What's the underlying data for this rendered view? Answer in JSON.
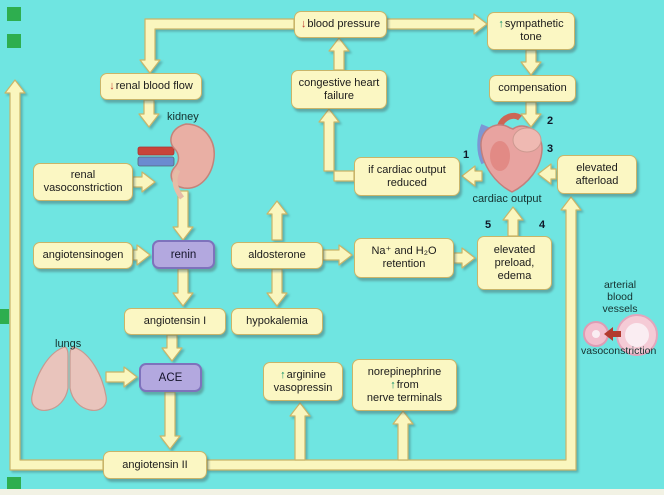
{
  "icons": {
    "up_arrow": "↑",
    "down_arrow": "↓"
  },
  "colors": {
    "background": "#6FE5E1",
    "box_yellow": "#FBF7C3",
    "box_border": "#C9B569",
    "box_purple": "#B3A8DF",
    "decrease_red": "#BE3A2B",
    "increase_green": "#0E8F66"
  },
  "boxes": {
    "blood_pressure": {
      "text": "blood pressure"
    },
    "sympathetic_tone": {
      "line1": "sympathetic",
      "line2": "tone"
    },
    "renal_blood_flow": {
      "text": "renal blood flow"
    },
    "congestive_heart_failure": {
      "line1": "congestive heart",
      "line2": "failure"
    },
    "compensation": {
      "text": "compensation"
    },
    "renal_vasoconstriction": {
      "line1": "renal",
      "line2": "vasoconstriction"
    },
    "if_cardiac_output_reduced": {
      "line1": "if cardiac output",
      "line2": "reduced"
    },
    "elevated_afterload": {
      "line1": "elevated",
      "line2": "afterload"
    },
    "angiotensinogen": {
      "text": "angiotensinogen"
    },
    "renin": {
      "text": "renin"
    },
    "aldosterone": {
      "text": "aldosterone"
    },
    "na_h2o_retention": {
      "line1": "Na⁺ and H₂O",
      "line2": "retention"
    },
    "elevated_preload_edema": {
      "line1": "elevated",
      "line2": "preload,",
      "line3": "edema"
    },
    "angiotensin_i": {
      "text": "angiotensin I"
    },
    "hypokalemia": {
      "text": "hypokalemia"
    },
    "ace": {
      "text": "ACE"
    },
    "arginine_vasopressin": {
      "line1": "arginine",
      "line2": "vasopressin"
    },
    "norepinephrine": {
      "line1": "norepinephrine",
      "line2": "from",
      "line3": "nerve terminals"
    },
    "angiotensin_ii": {
      "text": "angiotensin II"
    }
  },
  "labels": {
    "kidney": "kidney",
    "lungs": "lungs",
    "cardiac_output": "cardiac output",
    "arterial_blood_vessels": {
      "line1": "arterial",
      "line2": "blood",
      "line3": "vessels"
    },
    "vasoconstriction": "vasoconstriction",
    "step_1": "1",
    "step_2": "2",
    "step_3": "3",
    "step_4": "4",
    "step_5": "5"
  }
}
